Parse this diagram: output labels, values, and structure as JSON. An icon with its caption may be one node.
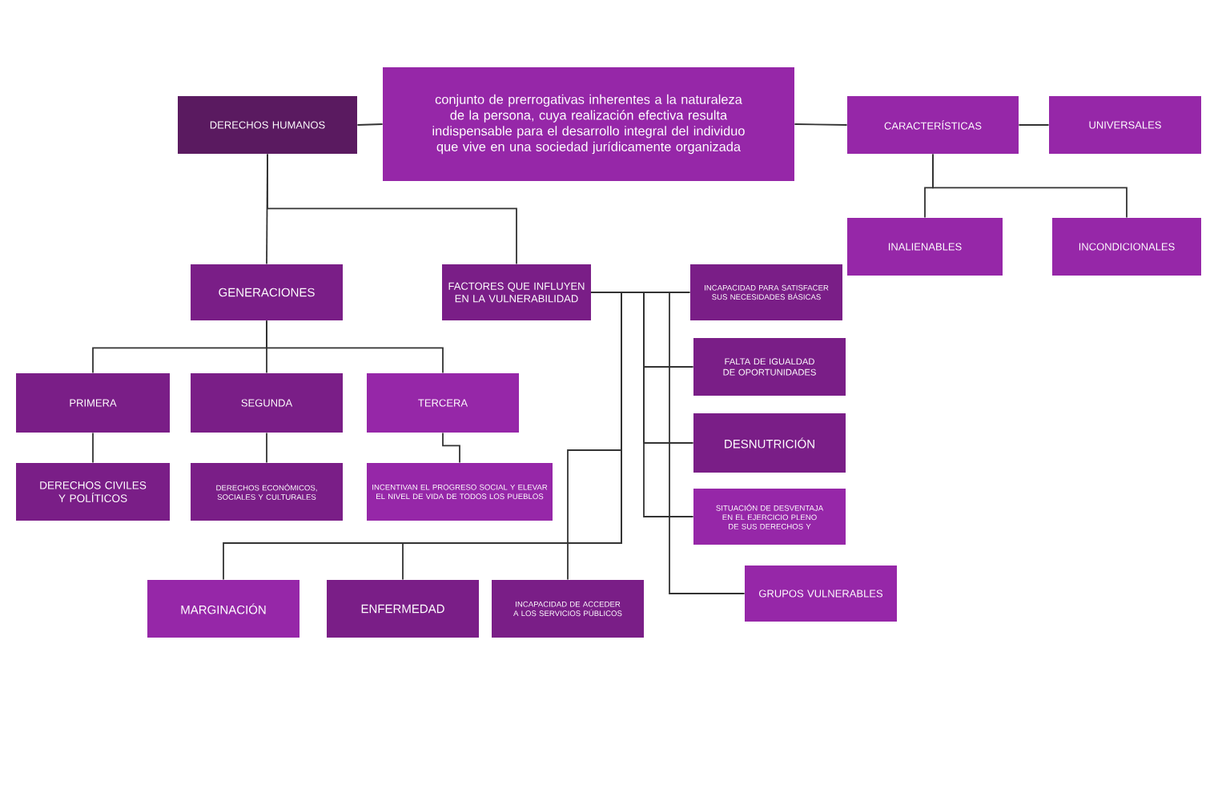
{
  "diagram": {
    "nodes": [
      {
        "text": [
          "DERECHOS HUMANOS"
        ]
      },
      {
        "text": [
          "conjunto de prerrogativas inherentes a la naturaleza de la persona, cuya realización efectiva resulta indispensable para el desarrollo integral del individuo que vive en una sociedad jurídicamente organizada"
        ]
      },
      {
        "text": [
          "CARACTERÍSTICAS"
        ]
      },
      {
        "text": [
          "UNIVERSALES"
        ]
      },
      {
        "text": [
          "INALIENABLES"
        ]
      },
      {
        "text": [
          "INCONDICIONALES"
        ]
      },
      {
        "text": [
          "GENERACIONES"
        ]
      },
      {
        "text": [
          "FACTORES QUE INFLUYEN EN LA VULNERABILIDAD"
        ]
      },
      {
        "text": [
          "INCAPACIDAD PARA SATISFACER SUS NECESIDADES BÁSICAS"
        ]
      },
      {
        "text": [
          "PRIMERA"
        ]
      },
      {
        "text": [
          "SEGUNDA"
        ]
      },
      {
        "text": [
          "TERCERA"
        ]
      },
      {
        "text": [
          "DERECHOS CIVILES Y POLÍTICOS"
        ]
      },
      {
        "text": [
          "DERECHOS ECONÓMICOS, SOCIALES Y CULTURALES"
        ]
      },
      {
        "text": [
          "INCENTIVAN EL PROGRESO SOCIAL Y ELEVAR EL NIVEL DE VIDA DE TODOS LOS PUEBLOS"
        ]
      },
      {
        "text": [
          "FALTA DE IGUALDAD DE OPORTUNIDADES"
        ]
      },
      {
        "text": [
          "DESNUTRICIÓN"
        ]
      },
      {
        "text": [
          "SITUACIÓN DE DESVENTAJA EN EL EJERCICIO PLENO DE SUS DERECHOS Y"
        ]
      },
      {
        "text": [
          "GRUPOS VULNERABLES"
        ]
      },
      {
        "text": [
          "MARGINACIÓN"
        ]
      },
      {
        "text": [
          "ENFERMEDAD"
        ]
      },
      {
        "text": [
          "INCAPACIDAD DE ACCEDER A LOS SERVICIOS PÚBLICOS"
        ]
      }
    ],
    "edges": [
      {
        "from": 0,
        "to": 1,
        "arrow": "none"
      },
      {
        "from": 1,
        "to": 2,
        "arrow": "none"
      },
      {
        "from": 2,
        "to": 3,
        "arrow": "none"
      },
      {
        "from": 2,
        "to": 4,
        "arrow": "none"
      },
      {
        "from": 2,
        "to": 5,
        "arrow": "none"
      },
      {
        "from": 0,
        "to": 6,
        "arrow": "none"
      },
      {
        "from": 0,
        "to": 7,
        "arrow": "none"
      },
      {
        "from": 6,
        "to": 9,
        "arrow": "none"
      },
      {
        "from": 6,
        "to": 10,
        "arrow": "none"
      },
      {
        "from": 6,
        "to": 11,
        "arrow": "none"
      },
      {
        "from": 9,
        "to": 12,
        "arrow": "none"
      },
      {
        "from": 10,
        "to": 13,
        "arrow": "none"
      },
      {
        "from": 11,
        "to": 14,
        "arrow": "none"
      },
      {
        "from": 7,
        "to": 8,
        "arrow": "none"
      },
      {
        "from": 7,
        "to": 15,
        "arrow": "none"
      },
      {
        "from": 7,
        "to": 16,
        "arrow": "none"
      },
      {
        "from": 7,
        "to": 17,
        "arrow": "none"
      },
      {
        "from": 7,
        "to": 18,
        "arrow": "none"
      },
      {
        "from": 7,
        "to": 19,
        "arrow": "none"
      },
      {
        "from": 7,
        "to": 20,
        "arrow": "none"
      },
      {
        "from": 7,
        "to": 21,
        "arrow": "none"
      }
    ]
  }
}
